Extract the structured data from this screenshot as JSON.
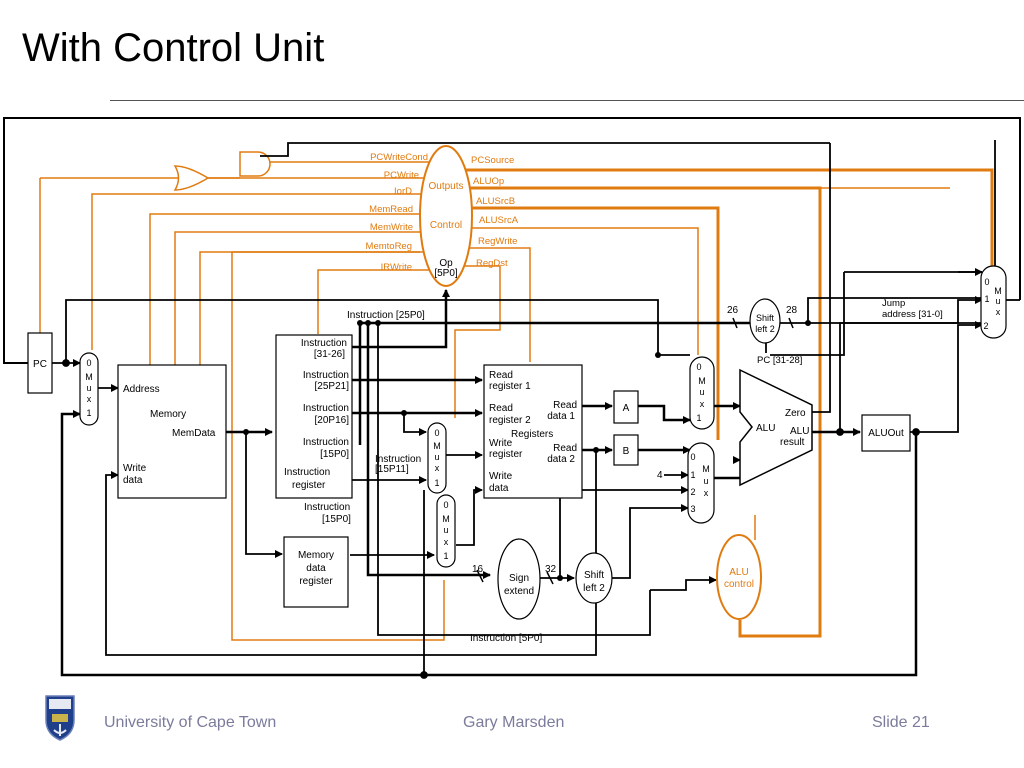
{
  "slide": {
    "title": "With Control Unit",
    "footer_org": "University of Cape Town",
    "footer_author": "Gary Marsden",
    "footer_slide": "Slide 21"
  },
  "diagram": {
    "colors": {
      "control": "#e07b10",
      "datapath": "#000000",
      "footer_text": "#7b7b9c"
    },
    "control_unit": {
      "outputs_label": "Outputs",
      "control_label": "Control",
      "op_label": "Op",
      "op_range": "[5P0]"
    },
    "control_signals_left": [
      "PCWriteCond",
      "PCWrite",
      "IorD",
      "MemRead",
      "MemWrite",
      "MemtoReg",
      "IRWrite"
    ],
    "control_signals_right": [
      "PCSource",
      "ALUOp",
      "ALUSrcB",
      "ALUSrcA",
      "RegWrite",
      "RegDst"
    ],
    "blocks": {
      "pc": "PC",
      "memory": {
        "address": "Address",
        "name": "Memory",
        "memdata": "MemData",
        "write_data_1": "Write",
        "write_data_2": "data"
      },
      "instruction_register": {
        "f1a": "Instruction",
        "f1b": "[31-26]",
        "f2a": "Instruction",
        "f2b": "[25P21]",
        "f3a": "Instruction",
        "f3b": "[20P16]",
        "f4a": "Instruction",
        "f4b": "[15P0]",
        "name1": "Instruction",
        "name2": "register"
      },
      "mdr": {
        "l1": "Memory",
        "l2": "data",
        "l3": "register"
      },
      "registers": {
        "rr1a": "Read",
        "rr1b": "register 1",
        "rr2a": "Read",
        "rr2b": "register 2",
        "name": "Registers",
        "wra": "Write",
        "wrb": "register",
        "wda": "Write",
        "wdb": "data",
        "rd1a": "Read",
        "rd1b": "data 1",
        "rd2a": "Read",
        "rd2b": "data 2"
      },
      "reg_a": "A",
      "reg_b": "B",
      "alu": {
        "zero": "Zero",
        "alu": "ALU",
        "alu_res1": "ALU",
        "alu_res2": "result"
      },
      "aluout": "ALUOut",
      "alu_control": {
        "l1": "ALU",
        "l2": "control"
      },
      "sign_extend": {
        "l1": "Sign",
        "l2": "extend"
      },
      "shift_left_top": {
        "l1": "Shift",
        "l2": "left 2"
      },
      "shift_left_bottom": {
        "l1": "Shift",
        "l2": "left 2"
      }
    },
    "mux": {
      "zero": "0",
      "one": "1",
      "two": "2",
      "three": "3",
      "M": "M",
      "u": "u",
      "x": "x"
    },
    "labels": {
      "instr_25_0": "Instruction [25P0]",
      "instr_15_11a": "Instruction",
      "instr_15_11b": "[15P11]",
      "instr_15_0a": "Instruction",
      "instr_15_0b": "[15P0]",
      "instr_5_0": "Instruction [5P0]",
      "jump1": "Jump",
      "jump2": "address [31-0]",
      "pc_31_28": "PC [31-28]",
      "w26": "26",
      "w28": "28",
      "w16": "16",
      "w32": "32",
      "c4": "4"
    }
  }
}
